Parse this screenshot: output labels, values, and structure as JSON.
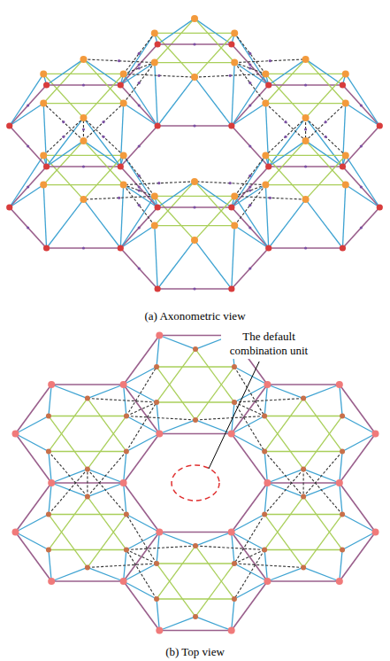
{
  "diagram": {
    "labels": [
      "(a) Axonometric view",
      "The default combination unit",
      "(b) Top view"
    ]
  }
}
